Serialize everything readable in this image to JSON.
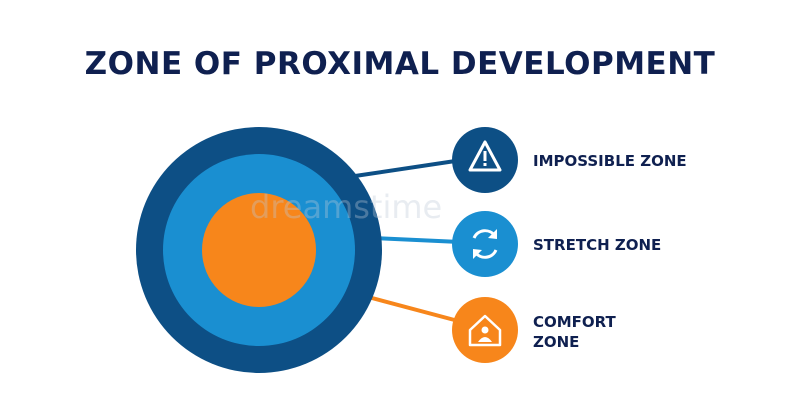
{
  "title": "ZONE OF PROXIMAL DEVELOPMENT",
  "watermark": "dreamstime",
  "colors": {
    "title": "#0f2050",
    "outer_ring": "#0d4f85",
    "middle_ring": "#1a8fd1",
    "core": "#f7861b",
    "label": "#0f2050"
  },
  "zones": [
    {
      "name": "IMPOSSIBLE ZONE",
      "lines": [
        "IMPOSSIBLE ZONE"
      ],
      "icon": "warning-triangle-icon",
      "color": "#0d4f85"
    },
    {
      "name": "STRETCH ZONE",
      "lines": [
        "STRETCH ZONE"
      ],
      "icon": "refresh-arrows-icon",
      "color": "#1a8fd1"
    },
    {
      "name": "COMFORT ZONE",
      "lines": [
        "COMFORT",
        "ZONE"
      ],
      "icon": "home-person-icon",
      "color": "#f7861b"
    }
  ]
}
